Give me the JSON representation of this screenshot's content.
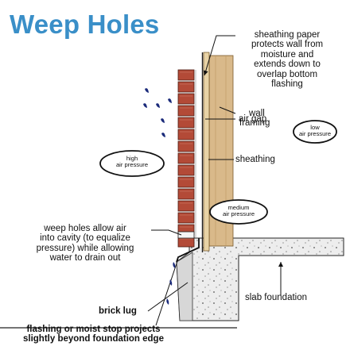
{
  "title": "Weep Holes",
  "labels": {
    "sheathing_paper": [
      "sheathing paper",
      "protects wall from",
      "moisture and",
      "extends down to",
      "overlap bottom",
      "flashing"
    ],
    "wall_framing": [
      "wall",
      "framing"
    ],
    "air_gap": "air gap",
    "sheathing": "sheathing",
    "weep_holes": [
      "weep holes allow air",
      "into cavity (to equalize",
      "pressure) while allowing",
      "water to drain out"
    ],
    "slab_foundation": "slab foundation",
    "brick_lug": "brick lug",
    "flashing": [
      "flashing or moist stop projects",
      "slightly beyond foundation edge"
    ]
  },
  "pressure": {
    "high": [
      "high",
      "air pressure"
    ],
    "medium": [
      "medium",
      "air pressure"
    ],
    "low": [
      "low",
      "air pressure"
    ]
  },
  "colors": {
    "title": "#3a8fc8",
    "brick": "#b34a37",
    "wood": "#d9b98a",
    "rain": "#1a2a7a",
    "concrete": "#e6e6e6"
  },
  "icons": {
    "rain": "raindrop-icon",
    "arrow": "arrow-icon"
  }
}
